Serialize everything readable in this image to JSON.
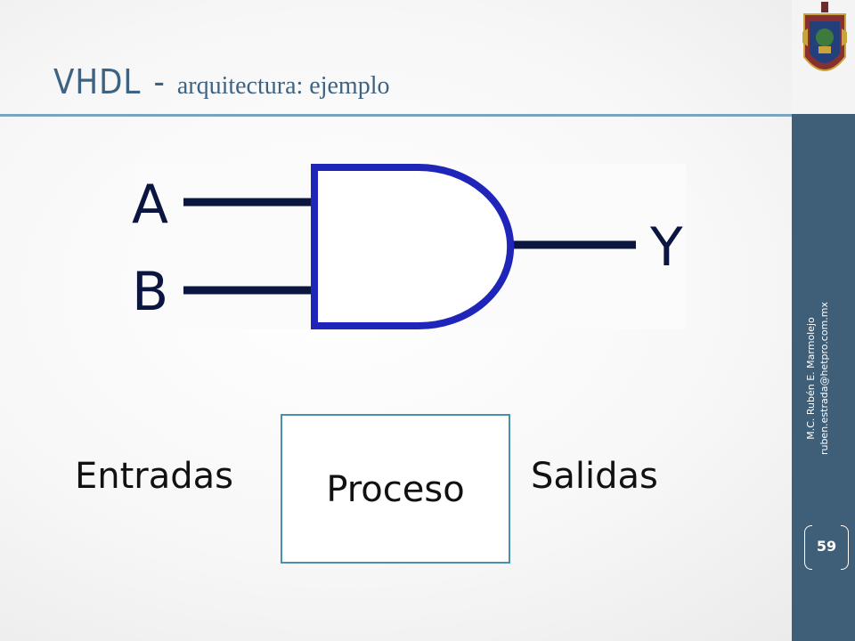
{
  "slide": {
    "title_main": "VHDL",
    "title_sep": "-",
    "title_sub": "arquitectura: ejemplo",
    "page_number": "59",
    "author": "M.C. Rubén E. Marmolejo",
    "email": "ruben.estrada@hetpro.com.mx"
  },
  "gate": {
    "input_a": "A",
    "input_b": "B",
    "output": "Y",
    "color": "#1f25b8"
  },
  "diagram": {
    "inputs_label": "Entradas",
    "process_label": "Proceso",
    "outputs_label": "Salidas"
  },
  "colors": {
    "sidebar": "#3f5f78",
    "title": "#3e6382",
    "divider": "#7aa3c0",
    "box_border": "#4a8fae"
  }
}
